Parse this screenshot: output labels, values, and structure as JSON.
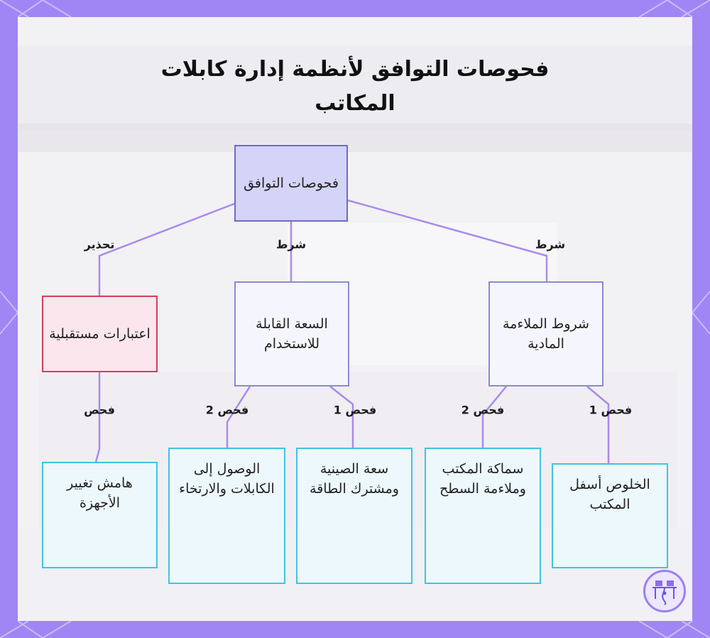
{
  "title": "فحوصات التوافق لأنظمة إدارة كابلات المكاتب",
  "nodes": {
    "root": "فحوصات التوافق",
    "physical": "شروط الملاءمة المادية",
    "capacity": "السعة القابلة للاستخدام",
    "future": "اعتبارات مستقبلية",
    "clearance": "الخلوص أسفل المكتب",
    "thickness": "سماكة المكتب وملاءمة السطح",
    "tray_capacity": "سعة الصينية ومشترك الطاقة",
    "access": "الوصول إلى الكابلات والارتخاء",
    "margin": "هامش تغيير الأجهزة"
  },
  "edges": {
    "cond1": "شرط",
    "cond2": "شرط",
    "warn": "تحذير",
    "check1a": "فحص 1",
    "check2a": "فحص 2",
    "check1b": "فحص 1",
    "check2b": "فحص 2",
    "check_future": "فحص"
  },
  "colors": {
    "frame": "#9f86f4",
    "edge": "#a78bea",
    "root_fill": "#d4d3f8",
    "warn_border": "#d1405a",
    "leaf_border": "#3fc4e3"
  },
  "icons": {
    "logo": "desk-cable-logo-icon"
  }
}
